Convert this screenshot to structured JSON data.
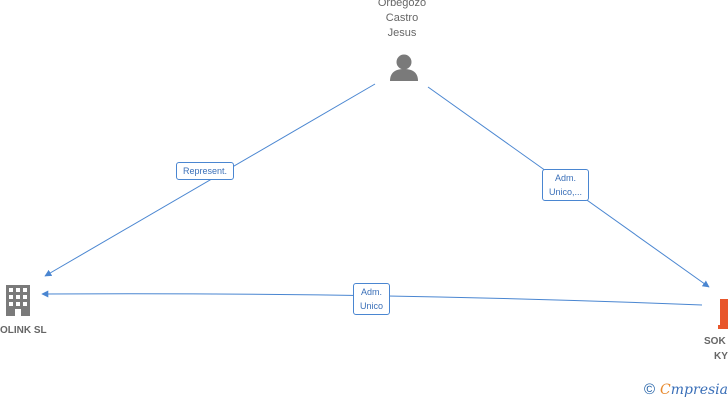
{
  "nodes": {
    "person": {
      "label_lines": [
        "Orbegozo",
        "Castro",
        "Jesus"
      ],
      "icon": "person-icon"
    },
    "company_left": {
      "label": "OLINK  SL",
      "icon": "building-icon"
    },
    "company_right": {
      "label_lines": [
        "SOK",
        "KY"
      ],
      "icon": "building-icon",
      "color": "#e8562b"
    }
  },
  "edges": [
    {
      "from": "person",
      "to": "company_left",
      "label_lines": [
        "Represent."
      ]
    },
    {
      "from": "person",
      "to": "company_right",
      "label_lines": [
        "Adm.",
        "Unico,..."
      ]
    },
    {
      "from": "company_right",
      "to": "company_left",
      "label_lines": [
        "Adm.",
        "Unico"
      ]
    }
  ],
  "colors": {
    "edge": "#4a86d1",
    "icon_gray": "#7a7a7a"
  },
  "footer": {
    "copyright_symbol": "©",
    "brand_first": "C",
    "brand_rest": "mpresia"
  }
}
